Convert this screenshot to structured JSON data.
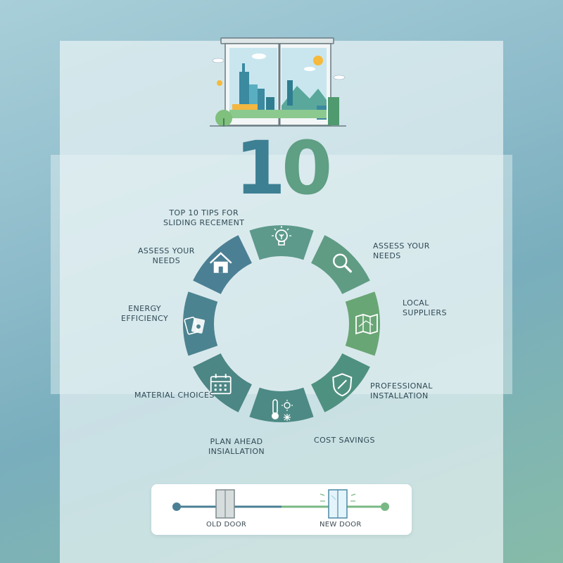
{
  "hero_number": {
    "one": "1",
    "zero": "0"
  },
  "labels": {
    "top_title_line1": "TOP 10 TIPS FOR",
    "top_title_line2": "SLIDING RECEMENT",
    "left_assess_line1": "ASSESS YOUR",
    "left_assess_line2": "NEEDS",
    "energy_line1": "ENERGY",
    "energy_line2": "EFFICIENCY",
    "material": "MATERIAL CHOICES",
    "plan_line1": "PLAN AHEAD",
    "plan_line2": "INSIALLATION",
    "cost": "COST SAVINGS",
    "professional_line1": "PROFESSIONAL",
    "professional_line2": "INSTALLATION",
    "local_line1": "LOCAL",
    "local_line2": "SUPPLIERS",
    "right_assess_line1": "ASSESS YOUR",
    "right_assess_line2": "NEEDS"
  },
  "segments": [
    {
      "id": "lightbulb",
      "icon": "lightbulb-icon",
      "color": "#5d9a8c"
    },
    {
      "id": "search",
      "icon": "magnifier-icon",
      "color": "#609c84"
    },
    {
      "id": "map",
      "icon": "map-icon",
      "color": "#69a675"
    },
    {
      "id": "shield",
      "icon": "shield-icon",
      "color": "#4f9180"
    },
    {
      "id": "thermo",
      "icon": "thermometer-snowflake-icon",
      "color": "#4d8a85"
    },
    {
      "id": "calendar",
      "icon": "calendar-icon",
      "color": "#4c8685"
    },
    {
      "id": "swatches",
      "icon": "swatches-icon",
      "color": "#4c8390"
    },
    {
      "id": "house",
      "icon": "house-icon",
      "color": "#4b7f94"
    }
  ],
  "comparison": {
    "old_label": "OLD DOOR",
    "new_label": "NEW DOOR",
    "old_color": "#4b7f94",
    "new_color": "#79b884"
  }
}
